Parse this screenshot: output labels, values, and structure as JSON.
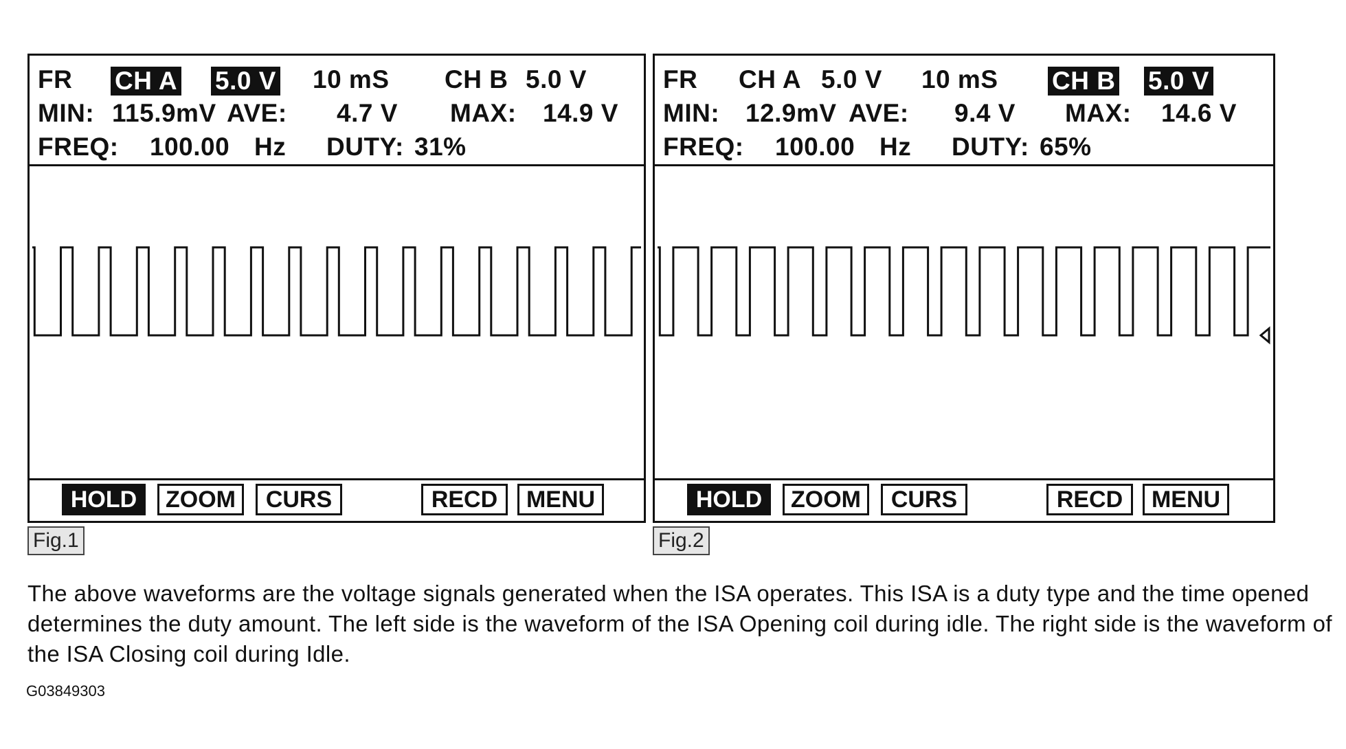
{
  "figures": [
    {
      "tag": "Fig.1",
      "readout": {
        "fr": "FR",
        "cha": "CH A",
        "cha_volts": "5.0 V",
        "timebase": "10 mS",
        "chb": "CH B",
        "chb_volts": "5.0 V",
        "min_label": "MIN:",
        "min_value": "115.9mV",
        "ave_label": "AVE:",
        "ave_value": "4.7 V",
        "max_label": "MAX:",
        "max_value": "14.9 V",
        "freq_label": "FREQ:",
        "freq_value": "100.00",
        "freq_unit": "Hz",
        "duty_label": "DUTY:",
        "duty_value": "31%"
      },
      "active_channel": "A",
      "signal": {
        "frequency_hz": 100.0,
        "duty_percent": 31,
        "min_v": 0.1159,
        "max_v": 14.9,
        "cycles_shown": 16
      },
      "softkeys": {
        "hold": "HOLD",
        "zoom": "ZOOM",
        "curs": "CURS",
        "recd": "RECD",
        "menu": "MENU"
      }
    },
    {
      "tag": "Fig.2",
      "readout": {
        "fr": "FR",
        "cha": "CH A",
        "cha_volts": "5.0 V",
        "timebase": "10 mS",
        "chb": "CH B",
        "chb_volts": "5.0 V",
        "min_label": "MIN:",
        "min_value": "12.9mV",
        "ave_label": "AVE:",
        "ave_value": "9.4 V",
        "max_label": "MAX:",
        "max_value": "14.6 V",
        "freq_label": "FREQ:",
        "freq_value": "100.00",
        "freq_unit": "Hz",
        "duty_label": "DUTY:",
        "duty_value": "65%"
      },
      "active_channel": "B",
      "signal": {
        "frequency_hz": 100.0,
        "duty_percent": 65,
        "min_v": 0.0129,
        "max_v": 14.6,
        "cycles_shown": 16
      },
      "softkeys": {
        "hold": "HOLD",
        "zoom": "ZOOM",
        "curs": "CURS",
        "recd": "RECD",
        "menu": "MENU"
      }
    }
  ],
  "caption": "The above waveforms are the voltage signals generated when the ISA operates. This ISA is a duty type and the time opened determines the duty amount. The left side is the waveform of the ISA Opening coil during idle. The right side is the waveform of the ISA Closing coil during Idle.",
  "image_code": "G03849303",
  "colors": {
    "ink": "#111111",
    "screen": "#ffffff",
    "fig_tag_bg": "#e6e6e6"
  }
}
